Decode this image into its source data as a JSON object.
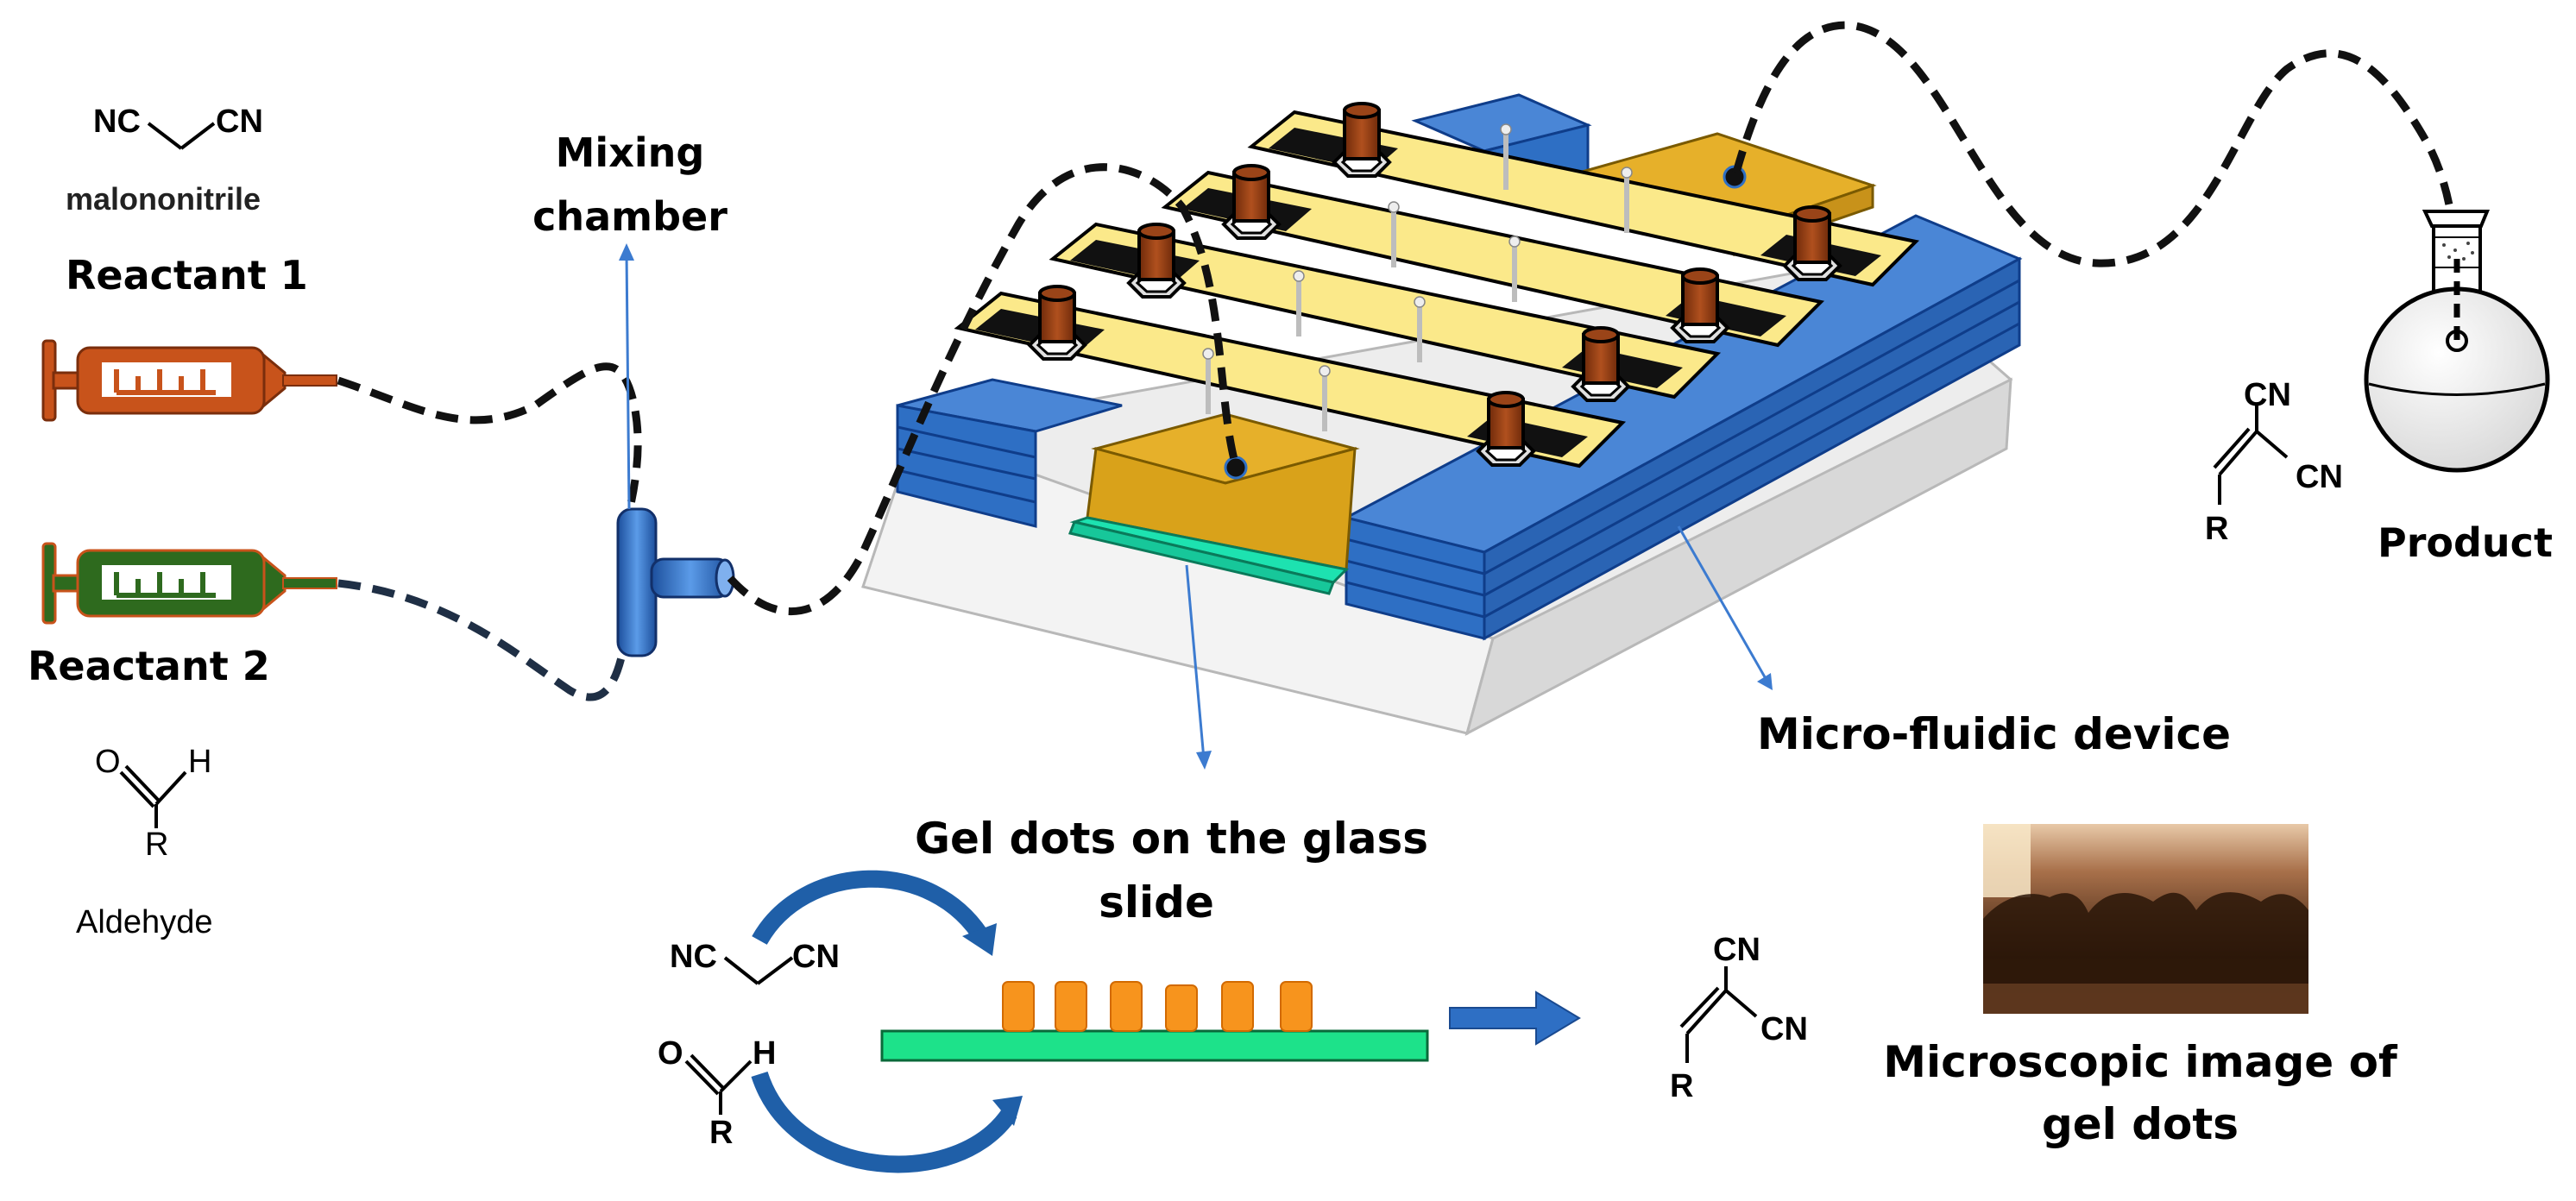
{
  "reactant1": {
    "formula_left": "NC",
    "formula_right": "CN",
    "name": "malononitrile",
    "label": "Reactant 1",
    "syringe_color": "#c8531b"
  },
  "reactant2": {
    "label": "Reactant 2",
    "aldehyde_o": "O",
    "aldehyde_h": "H",
    "aldehyde_r": "R",
    "name": "Aldehyde",
    "syringe_color": "#2e6a1e"
  },
  "mixing_chamber": {
    "line1": "Mixing",
    "line2": "chamber"
  },
  "device": {
    "label": "Micro-fluidic device",
    "layer_color": "#2e6fc4",
    "electrode_color": "#fbe98a",
    "gold_color": "#d9a21a"
  },
  "product": {
    "label": "Product",
    "cn_top": "CN",
    "cn_right": "CN",
    "r": "R"
  },
  "gel_dots": {
    "title_line1": "Gel dots on the glass",
    "title_line2": "slide",
    "nc": "NC",
    "cn": "CN",
    "aldehyde_o": "O",
    "aldehyde_h": "H",
    "aldehyde_r": "R",
    "product_cn_top": "CN",
    "product_cn_right": "CN",
    "product_r": "R",
    "dot_color": "#f7941d",
    "slide_color": "#1de28a"
  },
  "microscope": {
    "line1": "Microscopic image of",
    "line2": "gel dots"
  }
}
